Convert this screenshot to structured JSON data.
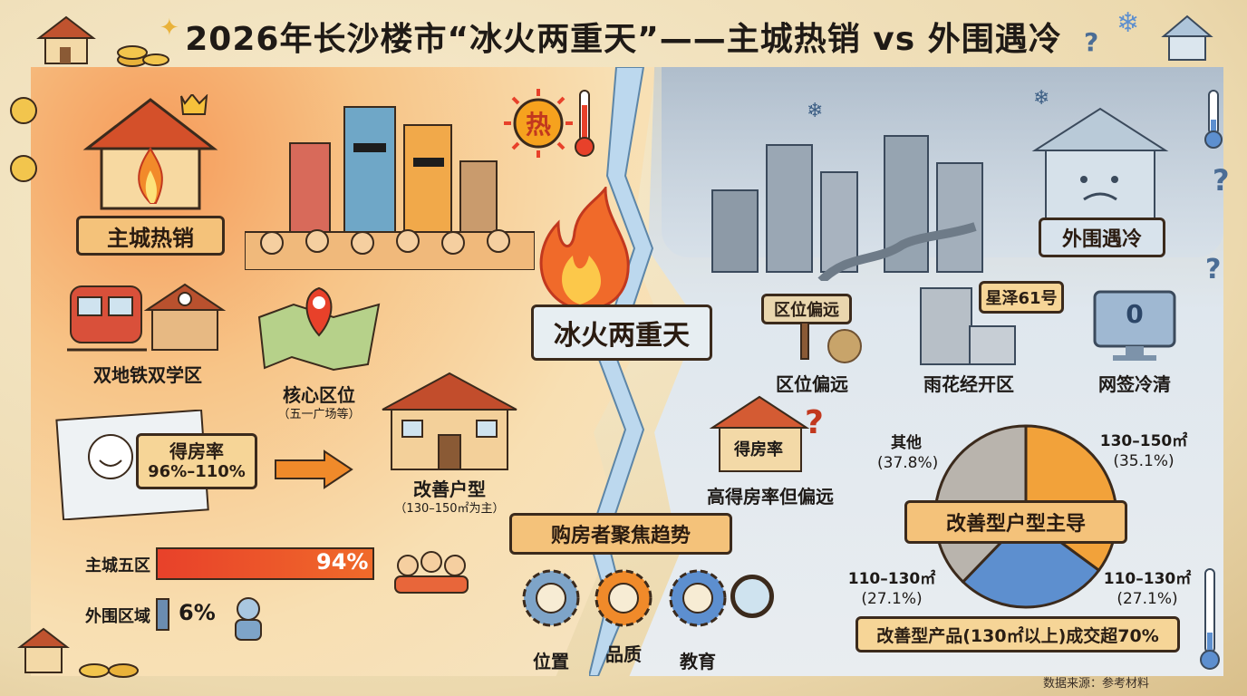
{
  "title": "2026年长沙楼市“冰火两重天”——主城热销 vs 外围遇冷",
  "hot": {
    "banner": "主城热销",
    "sun_label": "热",
    "features": {
      "metro_school": "双地铁双学区",
      "location": "核心区位",
      "location_sub": "（五一广场等）",
      "ratio_label": "得房率",
      "ratio_value": "96%–110%",
      "house_type": "改善户型",
      "house_type_sub": "（130–150㎡为主）"
    },
    "bars": [
      {
        "label": "主城五区",
        "value": 94,
        "display": "94%"
      },
      {
        "label": "外围区域",
        "value": 6,
        "display": "6%"
      }
    ]
  },
  "center": {
    "banner": "冰火两重天",
    "focus_banner": "购房者聚焦趋势",
    "focus_items": [
      "位置",
      "品质",
      "教育"
    ]
  },
  "cold": {
    "banner": "外围遇冷",
    "sign": "区位偏远",
    "items": {
      "remote": "区位偏远",
      "project_bubble": "星泽61号",
      "district": "雨花经开区",
      "sign_count": "0",
      "sign_label": "网签冷清",
      "ratio_house": "得房率",
      "ratio_caption": "高得房率但偏远"
    },
    "pie_banner": "改善型户型主导",
    "pie_footer": "改善型产品(130㎡以上)成交超70%"
  },
  "chart_data": {
    "type": "pie",
    "title": "改善型户型主导",
    "slices": [
      {
        "label": "130–150㎡",
        "display": "(35.1%)",
        "value": 35.1,
        "color": "#f2a23a"
      },
      {
        "label": "110–130㎡",
        "display": "(27.1%)",
        "value": 27.1,
        "color": "#5d8fcf"
      },
      {
        "label": "其他",
        "display": "(37.8%)",
        "value": 37.8,
        "color": "#b9b4ad"
      }
    ],
    "extra_label": {
      "label": "110–130㎡",
      "display": "(27.1%)"
    }
  },
  "footer": {
    "source": "数据来源：参考材料"
  },
  "colors": {
    "hot_bar": "#e8412a",
    "cold_bar": "#6b8cb0",
    "ribbon_hot": "#f4c27a",
    "ribbon_cold": "#d8e3ec"
  }
}
